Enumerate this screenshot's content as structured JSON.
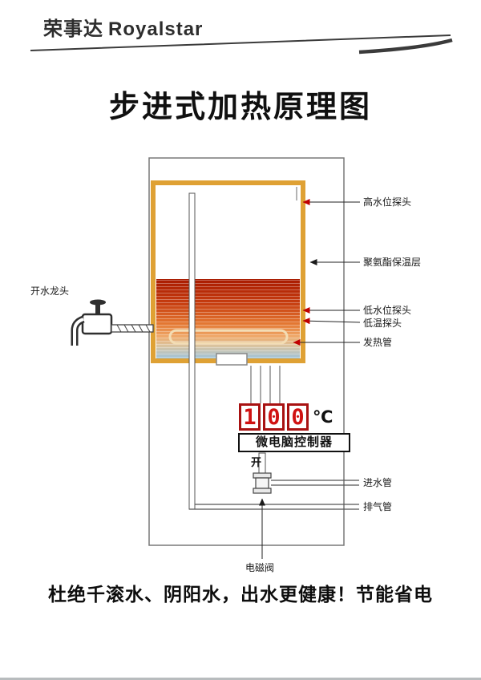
{
  "brand": {
    "logo_cn": "荣事达",
    "logo_en": "Royalstar"
  },
  "title": "步进式加热原理图",
  "diagram_labels": {
    "faucet": "开水龙头",
    "high_water_probe": "高水位探头",
    "insulation_layer": "聚氨酯保温层",
    "low_water_probe": "低水位探头",
    "low_temp_probe": "低温探头",
    "heating_tube": "发热管",
    "inlet_pipe": "进水管",
    "exhaust_pipe": "排气管",
    "valve_state": "开",
    "solenoid_valve": "电磁阀"
  },
  "controller": {
    "digits": [
      "1",
      "0",
      "0"
    ],
    "unit": "℃",
    "label": "微电脑控制器"
  },
  "slogan": "杜绝千滚水、阴阳水，出水更健康！节能省电",
  "colors": {
    "tank_border": "#DFA134",
    "hot_water": "#A81A00",
    "cold_water": "#9FC3DA",
    "digit_red": "#D01212",
    "arrow_red": "#C00000"
  }
}
